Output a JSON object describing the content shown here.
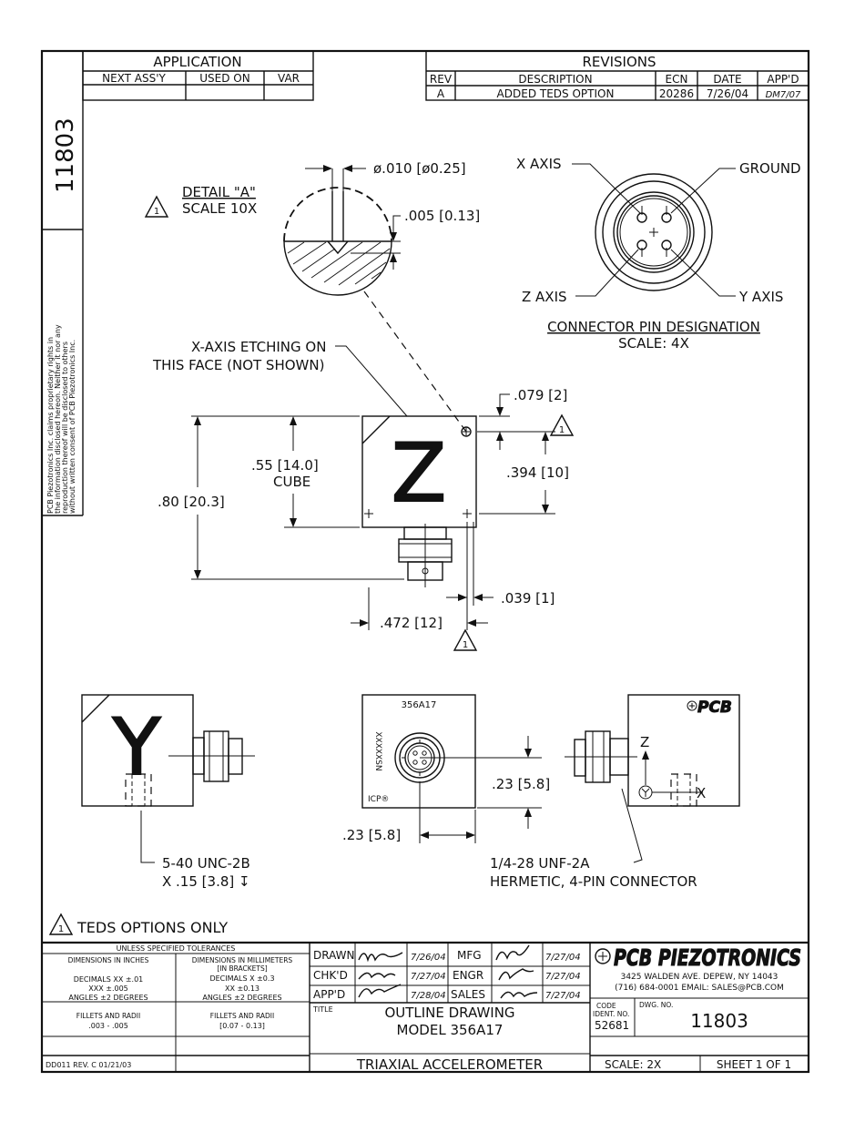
{
  "drawing_number_side": "11803",
  "proprietary_notice": [
    "PCB Piezotronics Inc. claims proprietary rights in",
    "the information disclosed hereon. Neither it nor any",
    "reproduction thereof will be disclosed to others",
    "without written consent of PCB Piezotronics Inc."
  ],
  "application": {
    "title": "APPLICATION",
    "columns": [
      "NEXT ASS'Y",
      "USED ON",
      "VAR"
    ]
  },
  "revisions": {
    "title": "REVISIONS",
    "columns": [
      "REV",
      "DESCRIPTION",
      "ECN",
      "DATE",
      "APP'D"
    ],
    "rows": [
      [
        "A",
        "ADDED TEDS OPTION",
        "20286",
        "7/26/04",
        "DM7/07"
      ]
    ]
  },
  "detail": {
    "title": "DETAIL \"A\"",
    "scale": "SCALE 10X",
    "marker": "1",
    "dim_dia": "ø.010 [ø0.25]",
    "dim_depth": ".005 [0.13]"
  },
  "connector_view": {
    "x_axis": "X AXIS",
    "ground": "GROUND",
    "z_axis": "Z AXIS",
    "y_axis": "Y AXIS",
    "title": "CONNECTOR PIN DESIGNATION",
    "scale": "SCALE: 4X"
  },
  "front_view": {
    "etch_note_1": "X-AXIS ETCHING ON",
    "etch_note_2": "THIS FACE (NOT SHOWN)",
    "face_letter": "Z",
    "dim_cube_1": ".55 [14.0]",
    "dim_cube_2": "CUBE",
    "dim_height": ".80 [20.3]",
    "dim_hole_offset": ".079 [2]",
    "dim_394": ".394 [10]",
    "dim_039": ".039 [1]",
    "dim_472": ".472 [12]",
    "marker": "1"
  },
  "side_view": {
    "face_letter": "Y",
    "thread_note_1": "5-40 UNC-2B",
    "thread_note_2": "X .15 [3.8] ↧"
  },
  "end_view": {
    "model": "356A17",
    "serial": "XXXXXSN",
    "icp": "ICP®",
    "dim_v": ".23 [5.8]",
    "dim_h": ".23 [5.8]",
    "connector_note_1": "1/4-28 UNF-2A",
    "connector_note_2": "HERMETIC, 4-PIN CONNECTOR"
  },
  "right_view": {
    "logo": "PCB",
    "z_label": "Z",
    "x_label": "X"
  },
  "teds_note": "TEDS OPTIONS ONLY",
  "teds_marker": "1",
  "tolerances": {
    "header": "UNLESS SPECIFIED TOLERANCES",
    "inch_head": "DIMENSIONS IN INCHES",
    "mm_head_1": "DIMENSIONS IN MILLIMETERS",
    "mm_head_2": "[IN BRACKETS]",
    "inch_1": "DECIMALS  XX ±.01",
    "inch_2": "XXX ±.005",
    "inch_3": "ANGLES ±2 DEGREES",
    "mm_1": "DECIMALS  X ±0.3",
    "mm_2": "XX ±0.13",
    "mm_3": "ANGLES ±2 DEGREES",
    "fillet_in_1": "FILLETS AND RADII",
    "fillet_in_2": ".003 - .005",
    "fillet_mm_1": "FILLETS AND RADII",
    "fillet_mm_2": "[0.07 - 0.13]",
    "form_no": "DD011 REV. C 01/21/03"
  },
  "signoffs": {
    "drawn": "DRAWN",
    "chkd": "CHK'D",
    "appd": "APP'D",
    "mfg": "MFG",
    "engr": "ENGR",
    "sales": "SALES",
    "drawn_date": "7/26/04",
    "chkd_date": "7/27/04",
    "appd_date": "7/28/04",
    "mfg_date": "7/27/04",
    "engr_date": "7/27/04",
    "sales_date": "7/27/04"
  },
  "title_block": {
    "title_label": "TITLE",
    "line1": "OUTLINE DRAWING",
    "line2": "MODEL 356A17",
    "line3": "TRIAXIAL ACCELEROMETER",
    "company": "PCB PIEZOTRONICS",
    "address": "3425 WALDEN AVE. DEPEW, NY 14043",
    "contact": "(716) 684-0001 EMAIL: SALES@PCB.COM",
    "code_label_1": "CODE",
    "code_label_2": "IDENT. NO.",
    "code_value": "52681",
    "dwg_label": "DWG. NO.",
    "dwg_number": "11803",
    "scale": "SCALE:   2X",
    "sheet": "SHEET 1 OF 1"
  }
}
